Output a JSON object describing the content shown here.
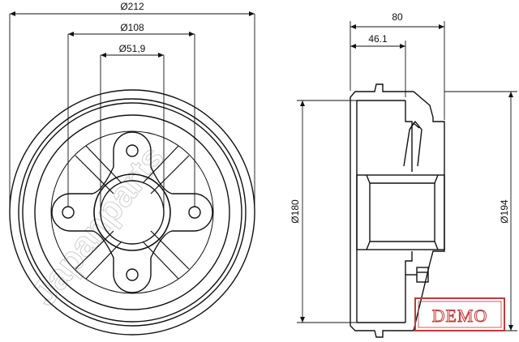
{
  "dimensions": {
    "outer_diameter": "Ø212",
    "bolt_circle_diameter": "Ø108",
    "center_bore_diameter": "Ø51,9",
    "total_height": "80",
    "hub_height": "46.1",
    "inner_diameter": "Ø180",
    "outer_rim_diameter": "Ø194"
  },
  "watermark": "Japanparts",
  "stamp": {
    "text": "DEMO",
    "color": "#c23a3a"
  },
  "colors": {
    "line": "#111111",
    "watermark": "#d4d4d4"
  }
}
